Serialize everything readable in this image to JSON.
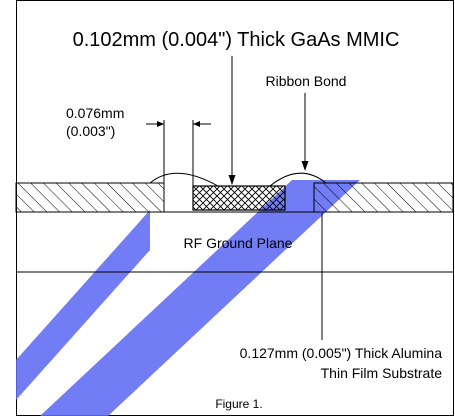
{
  "title": "0.102mm (0.004\") Thick GaAs MMIC",
  "labels": {
    "ribbon_bond": "Ribbon Bond",
    "gap_mm": "0.076mm",
    "gap_in": "(0.003\")",
    "ground_plane": "RF Ground Plane",
    "substrate_line1": "0.127mm (0.005\") Thick Alumina",
    "substrate_line2": "Thin Film Substrate",
    "caption": "Figure 1."
  },
  "colors": {
    "line": "#000000",
    "watermark": "#5f6af2",
    "background": "#ffffff"
  }
}
